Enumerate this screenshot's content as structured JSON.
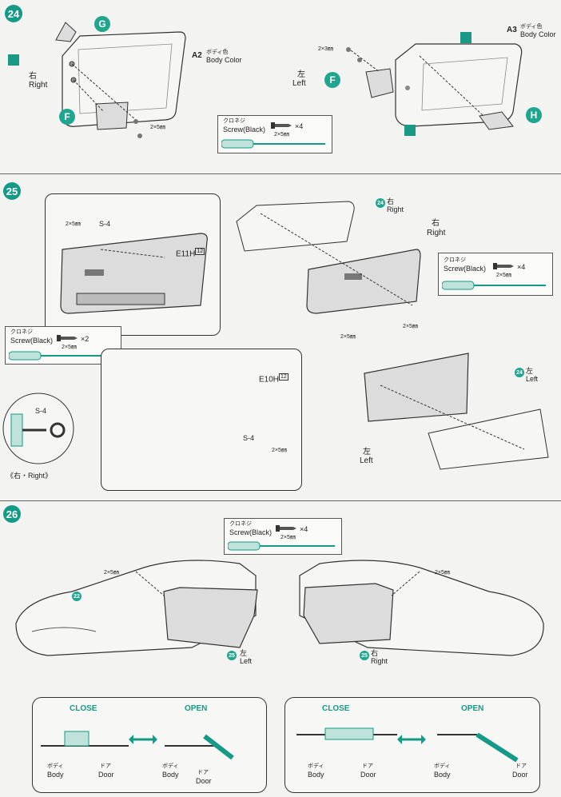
{
  "steps": {
    "s24": {
      "number": "24",
      "left_view": {
        "part_letter_top": "G",
        "part_letter_bottom": "F",
        "side_jp": "右",
        "side_en": "Right",
        "part_code": "A2",
        "color_jp": "ボディ色",
        "color_en": "Body Color",
        "screw_size": "2×5㎜"
      },
      "right_view": {
        "part_letter_left": "F",
        "part_letter_bottom": "H",
        "side_jp": "左",
        "side_en": "Left",
        "part_code": "A3",
        "color_jp": "ボディ色",
        "color_en": "Body Color",
        "screw_size": "2×3㎜"
      },
      "screw_box": {
        "jp": "クロネジ",
        "en": "Screw(Black)",
        "qty": "×4",
        "size": "2×5㎜"
      }
    },
    "s25": {
      "number": "25",
      "upper_left": {
        "screw_size": "2×5㎜",
        "part": "S-4",
        "code": "E11",
        "h": "H",
        "sub": "12"
      },
      "upper_right": {
        "ref": "24",
        "side_jp": "右",
        "side_en": "Right",
        "side_jp2": "右",
        "side_en2": "Right",
        "screw_size": "2×5㎜"
      },
      "screw_box_right": {
        "jp": "クロネジ",
        "en": "Screw(Black)",
        "qty": "×4",
        "size": "2×5㎜"
      },
      "screw_box_left": {
        "jp": "クロネジ",
        "en": "Screw(Black)",
        "qty": "×2",
        "size": "2×5㎜"
      },
      "lower_left": {
        "code": "E10",
        "h": "H",
        "sub": "12",
        "part": "S-4",
        "screw_size": "2×5㎜"
      },
      "lower_right": {
        "screw_size": "2×5㎜",
        "ref": "24",
        "side_jp": "左",
        "side_en": "Left",
        "side_jp2": "左",
        "side_en2": "Left"
      },
      "detail": {
        "part": "S-4",
        "caption": "《右・Right》"
      }
    },
    "s26": {
      "number": "26",
      "screw_box": {
        "jp": "クロネジ",
        "en": "Screw(Black)",
        "qty": "×4",
        "size": "2×5㎜"
      },
      "left_car": {
        "screw_size": "2×5㎜",
        "ref_body": "22",
        "ref_door": "25",
        "side_jp": "左",
        "side_en": "Left"
      },
      "right_car": {
        "screw_size": "2×5㎜",
        "ref_door": "25",
        "side_jp": "右",
        "side_en": "Right"
      },
      "left_box": {
        "close": "CLOSE",
        "open": "OPEN",
        "body_jp": "ボディ",
        "body_en": "Body",
        "door_jp": "ドア",
        "door_en": "Door",
        "body_jp2": "ボディ",
        "body_en2": "Body",
        "door_jp2": "ドア",
        "door_en2": "Door"
      },
      "right_box": {
        "close": "CLOSE",
        "open": "OPEN",
        "body_jp": "ボディ",
        "body_en": "Body",
        "door_jp": "ドア",
        "door_en": "Door",
        "body_jp2": "ボディ",
        "body_en2": "Body",
        "door_jp2": "ドア",
        "door_en2": "Door"
      }
    },
    "colors": {
      "accent": "#149a86",
      "light_teal": "#bfe3da",
      "line": "#333333"
    }
  }
}
